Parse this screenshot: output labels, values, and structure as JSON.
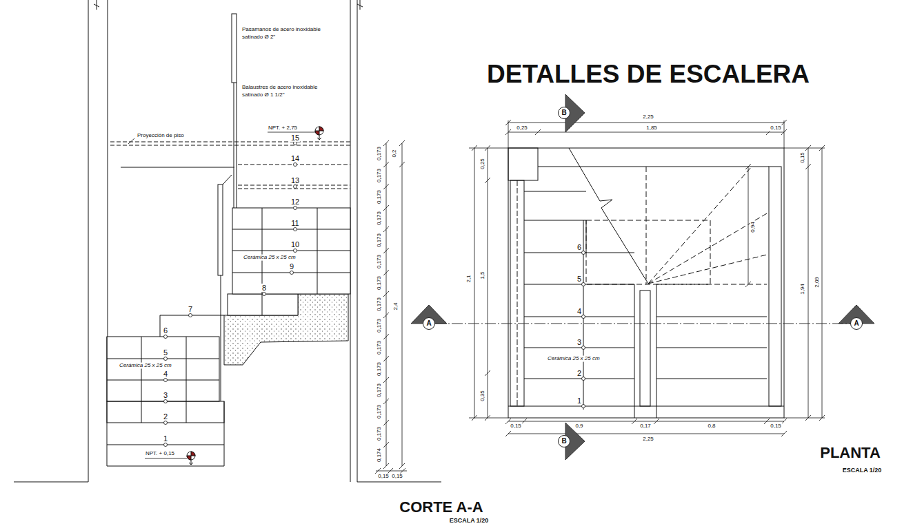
{
  "diagram": {
    "title": "DETALLES DE ESCALERA",
    "nodes": [
      {
        "text": [
          "B"
        ]
      },
      {
        "text": [
          "A"
        ]
      },
      {
        "text": [
          "A"
        ]
      },
      {
        "text": [
          "B"
        ]
      }
    ],
    "edges": [
      {
        "from": 1,
        "to": 2,
        "arrow": "none"
      }
    ],
    "labels": [
      "Pasamanos de acero inoxidable satinado Ø 2\"",
      "Balaustres de acero inoxidable satinado Ø 1 1/2\"",
      "Proyección de piso",
      "NPT. + 2,75",
      "1",
      "2",
      "3",
      "4",
      "5",
      "6",
      "7",
      "8",
      "9",
      "10",
      "11",
      "12",
      "13",
      "14",
      "15",
      "Cerámica 25 x 25 cm",
      "Cerámica 25 x 25 cm",
      "NPT. + 0,15",
      "0,173",
      "0,173",
      "0,173",
      "0,173",
      "0,173",
      "0,173",
      "0,173",
      "0,173",
      "0,173",
      "0,173",
      "0,173",
      "0,173",
      "0,173",
      "0,173",
      "0,174",
      "0,2",
      "2,4",
      "0,15",
      "0,15",
      "CORTE A-A",
      "ESCALA 1/20",
      "2,25",
      "0,25",
      "1,85",
      "0,15",
      "0,25",
      "2,1",
      "1,5",
      "0,35",
      "0,15",
      "0,94",
      "1,94",
      "2,09",
      "1",
      "2",
      "3",
      "4",
      "5",
      "6",
      "Cerámica 25 x 25 cm",
      "0,15",
      "0,9",
      "0,17",
      "0,8",
      "0,15",
      "2,25",
      "PLANTA",
      "ESCALA 1/20"
    ]
  }
}
